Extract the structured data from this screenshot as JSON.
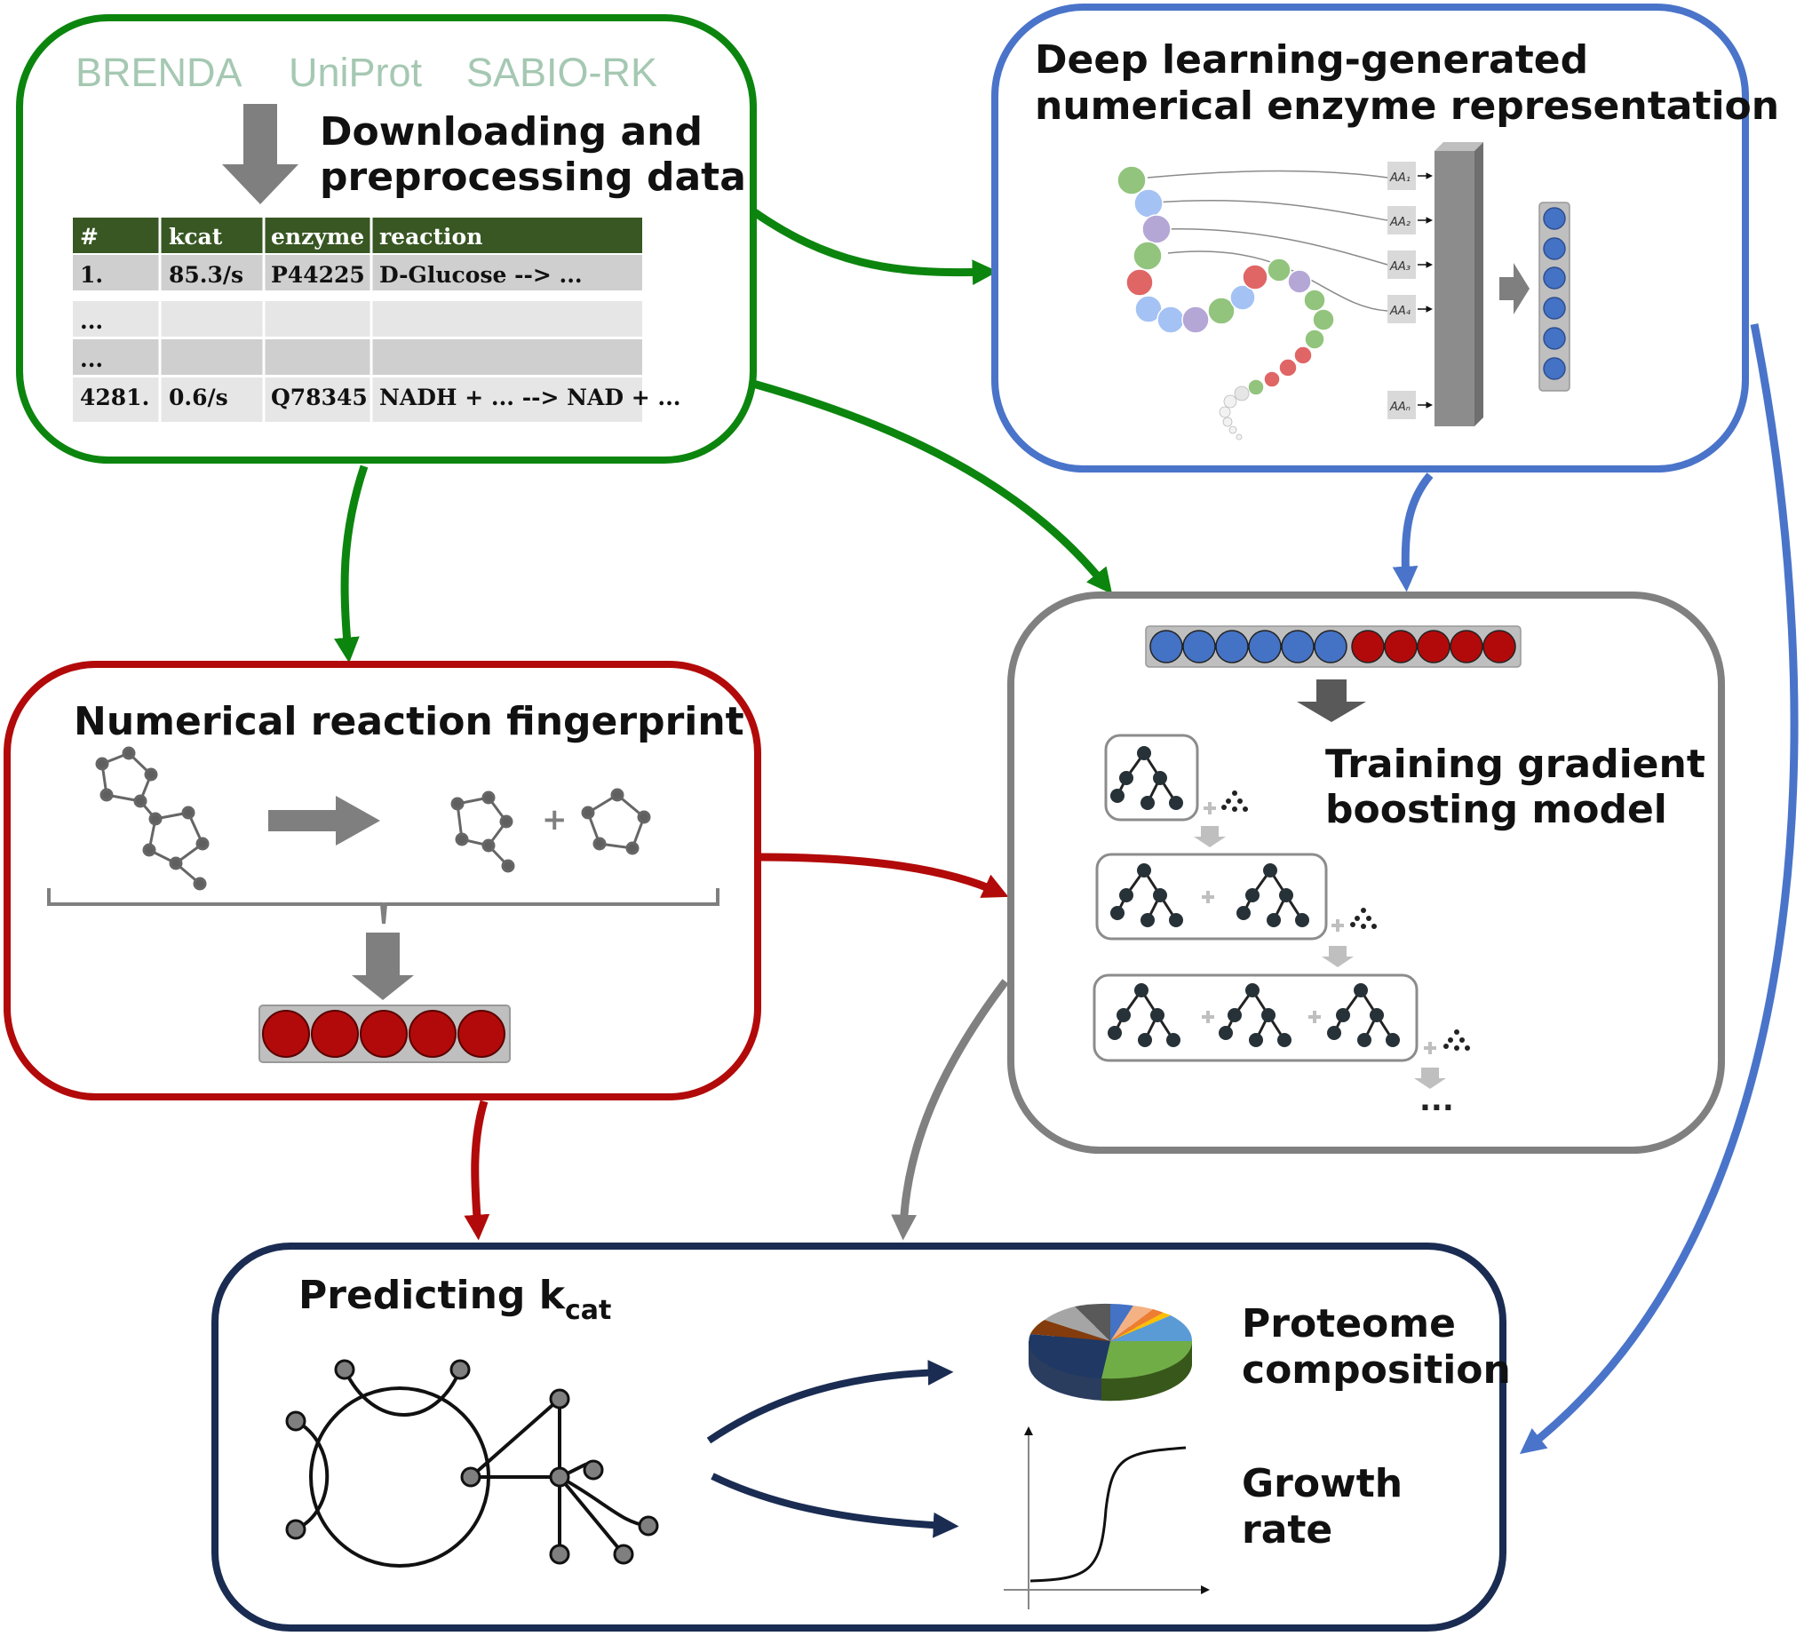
{
  "sources": [
    "BRENDA",
    "UniProt",
    "SABIO-RK"
  ],
  "data_box": {
    "title_line1": "Downloading and",
    "title_line2": "preprocessing data",
    "table": {
      "headers": [
        "#",
        "kcat",
        "enzyme",
        "reaction"
      ],
      "rows": [
        [
          "1.",
          "85.3/s",
          "P44225",
          "D-Glucose --> ..."
        ],
        [
          "...",
          "",
          "",
          ""
        ],
        [
          "...",
          "",
          "",
          ""
        ],
        [
          "4281.",
          "0.6/s",
          "Q78345",
          "NADH + ... --> NAD + ..."
        ]
      ]
    }
  },
  "enzyme_box": {
    "title_line1": "Deep learning-generated",
    "title_line2": "numerical enzyme representation",
    "aa_labels": [
      "AA₁",
      "AA₂",
      "AA₃",
      "AA₄",
      "AAₙ"
    ]
  },
  "reaction_box": {
    "title": "Numerical reaction fingerprint",
    "plus": "+"
  },
  "training_box": {
    "title_line1": "Training gradient",
    "title_line2": "boosting model",
    "ellipsis": "..."
  },
  "predict_box": {
    "title_main": "Predicting k",
    "title_sub": "cat",
    "outcome1_line1": "Proteome",
    "outcome1_line2": "composition",
    "outcome2_line1": "Growth",
    "outcome2_line2": "rate"
  },
  "colors": {
    "green": "#0c850e",
    "blue": "#4a74c9",
    "red": "#b20a0a",
    "gray": "#808080",
    "navy": "#1a2c52",
    "table_header": "#385723"
  }
}
